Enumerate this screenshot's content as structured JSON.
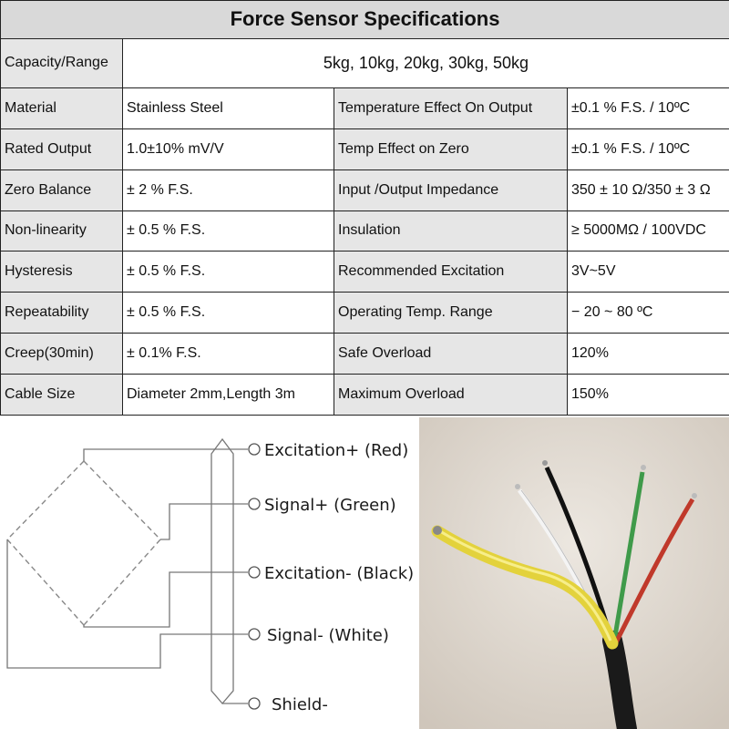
{
  "table": {
    "title": "Force Sensor Specifications",
    "capacity_label": "Capacity/Range",
    "capacity_value": "5kg, 10kg, 20kg, 30kg, 50kg",
    "rows": [
      {
        "label1": "Material",
        "value1": "Stainless Steel",
        "label2": "Temperature Effect On Output",
        "value2": "±0.1 % F.S. / 10ºC"
      },
      {
        "label1": "Rated Output",
        "value1": "1.0±10% mV/V",
        "label2": "Temp Effect on Zero",
        "value2": "±0.1 % F.S. / 10ºC"
      },
      {
        "label1": "Zero Balance",
        "value1": "± 2 % F.S.",
        "label2": "Input /Output  Impedance",
        "value2": "350 ± 10 Ω/350 ± 3 Ω"
      },
      {
        "label1": "Non-linearity",
        "value1": "± 0.5 % F.S.",
        "label2": "Insulation",
        "value2": "≥ 5000MΩ / 100VDC"
      },
      {
        "label1": "Hysteresis",
        "value1": "± 0.5 % F.S.",
        "label2": "Recommended Excitation",
        "value2": "3V~5V"
      },
      {
        "label1": "Repeatability",
        "value1": "± 0.5 % F.S.",
        "label2": "Operating Temp. Range",
        "value2": "− 20 ~ 80 ºC"
      },
      {
        "label1": "Creep(30min)",
        "value1": "± 0.1% F.S.",
        "label2": "Safe Overload",
        "value2": "120%"
      },
      {
        "label1": "Cable Size",
        "value1": "Diameter 2mm,Length 3m",
        "label2": "Maximum Overload",
        "value2": "150%"
      }
    ]
  },
  "wiring": {
    "excitation_pos": "Excitation+ (Red)",
    "signal_pos": "Signal+ (Green)",
    "excitation_neg": "Excitation- (Black)",
    "signal_neg": "Signal- (White)",
    "shield": "Shield-"
  },
  "colors": {
    "header_bg": "#d9d9d9",
    "label_bg": "#e6e6e6",
    "cable_yellow": "#e8d94a",
    "wire_red": "#c0392b",
    "wire_green": "#3f9a4a",
    "wire_black": "#1a1a1a",
    "wire_white": "#f2f2f2"
  }
}
